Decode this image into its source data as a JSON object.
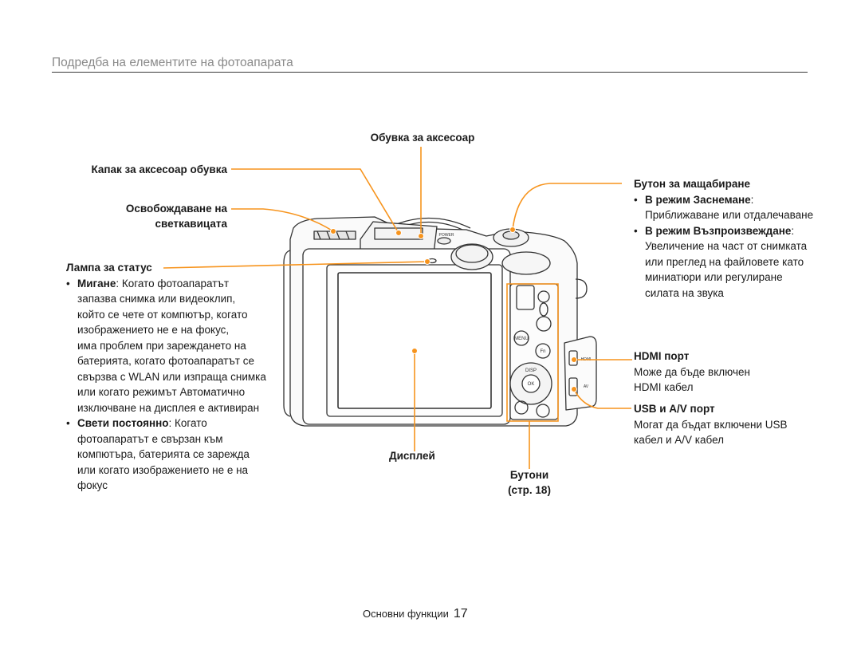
{
  "header": {
    "title": "Подредба на елементите на фотоапарата"
  },
  "labels": {
    "accessory_shoe": "Обувка за аксесоар",
    "shoe_cover": "Капак за аксесоар обувка",
    "flash_release_1": "Освобождаване на",
    "flash_release_2": "светкавицата",
    "status_lamp": {
      "title": "Лампа за статус",
      "blink_term": "Мигане",
      "blink_lines": [
        ": Когато фотоапаратът",
        "запазва снимка или видеоклип,",
        "който се чете от компютър, когато",
        "изображението не е на фокус,",
        "има проблем при зареждането на",
        "батерията, когато фотоапаратът се",
        "свързва с WLAN или изпраща снимка",
        "или когато режимът Автоматично",
        "изключване на дисплея е активиран"
      ],
      "steady_term": "Свети постоянно",
      "steady_lines": [
        ": Когато",
        "фотоапаратът е свързан към",
        "компютъра, батерията се зарежда",
        "или когато изображението не е на",
        "фокус"
      ]
    },
    "zoom_button": {
      "title": "Бутон за мащабиране",
      "shooting_term": "В режим Заснемане",
      "shooting_tail": ":",
      "shooting_lines": [
        "Приближаване или отдалечаване"
      ],
      "playback_term": "В режим Възпроизвеждане",
      "playback_tail": ":",
      "playback_lines": [
        "Увеличение на част от снимката",
        "или преглед на файловете като",
        "миниатюри или регулиране",
        "силата на звука"
      ]
    },
    "hdmi": {
      "title": "HDMI порт",
      "lines": [
        "Може да бъде включен",
        "HDMI кабел"
      ]
    },
    "usb": {
      "title": "USB и A/V порт",
      "lines": [
        "Могат да бъдат включени USB",
        "кабел и A/V кабел"
      ]
    },
    "display": "Дисплей",
    "buttons_1": "Бутони",
    "buttons_2": "(стр. 18)"
  },
  "camera": {
    "menu_label": "MENU",
    "fn_label": "Fn",
    "ok_label": "OK",
    "disp_label": "DISP",
    "power_label": "POWER",
    "hdmi_label": "HDMI",
    "av_label": "AV"
  },
  "footer": {
    "section": "Основни функции",
    "page": "17"
  },
  "colors": {
    "callout": "#f7941d",
    "header_text": "#8a8a8a",
    "outline": "#333333"
  }
}
